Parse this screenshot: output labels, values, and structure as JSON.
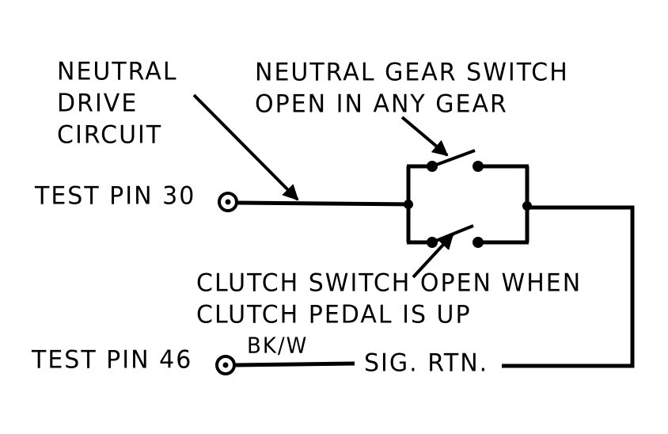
{
  "labels": {
    "neutral_drive_circuit": [
      "NEUTRAL",
      "DRIVE",
      "CIRCUIT"
    ],
    "neutral_gear_switch": [
      "NEUTRAL GEAR SWITCH",
      "OPEN IN ANY GEAR"
    ],
    "clutch_switch": [
      "CLUTCH SWITCH OPEN WHEN",
      "CLUTCH PEDAL IS UP"
    ],
    "test_pin_30": "TEST PIN 30",
    "test_pin_46": "TEST PIN 46",
    "wire_color": "BK/W",
    "signal_return": "SIG. RTN."
  },
  "colors": {
    "ink": "#000000",
    "background": "#ffffff"
  }
}
